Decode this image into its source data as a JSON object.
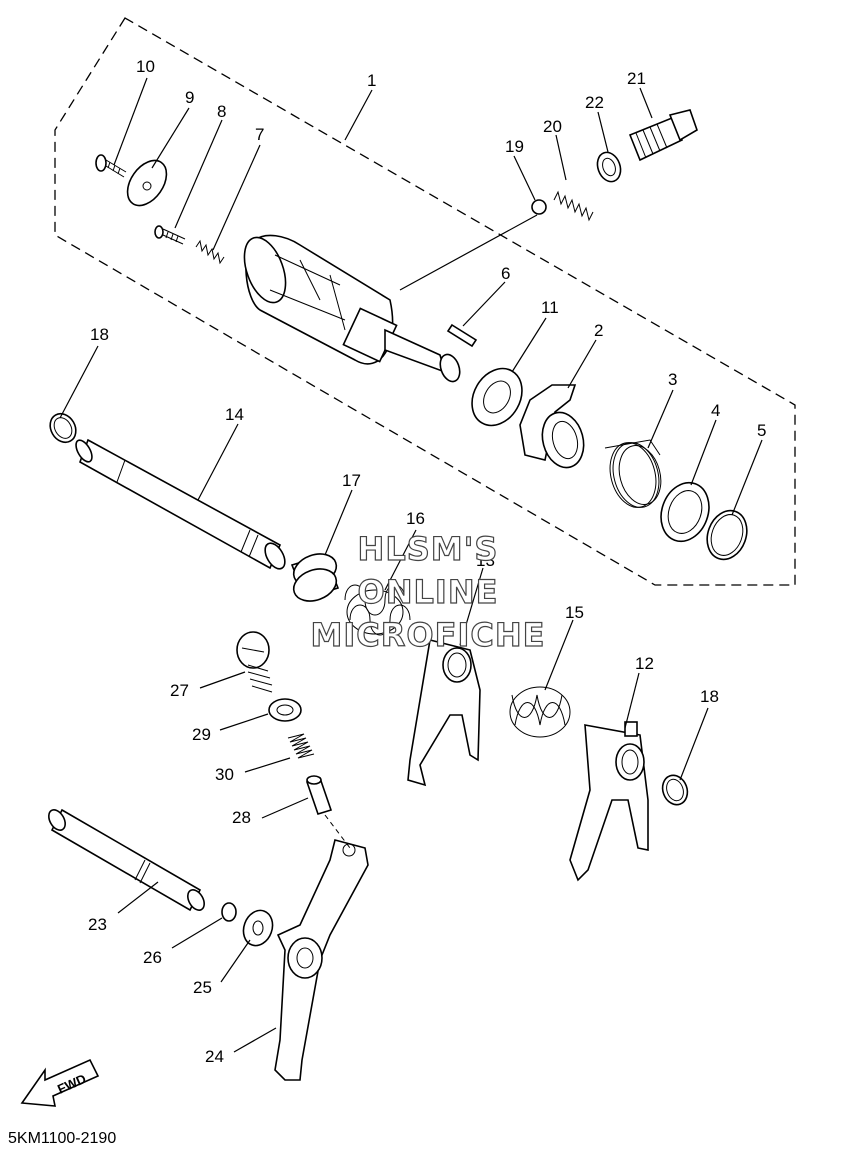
{
  "callouts": [
    {
      "id": "c1",
      "text": "1"
    },
    {
      "id": "c2",
      "text": "2"
    },
    {
      "id": "c3",
      "text": "3"
    },
    {
      "id": "c4",
      "text": "4"
    },
    {
      "id": "c5",
      "text": "5"
    },
    {
      "id": "c6",
      "text": "6"
    },
    {
      "id": "c7",
      "text": "7"
    },
    {
      "id": "c8",
      "text": "8"
    },
    {
      "id": "c9",
      "text": "9"
    },
    {
      "id": "c10",
      "text": "10"
    },
    {
      "id": "c11",
      "text": "11"
    },
    {
      "id": "c12",
      "text": "12"
    },
    {
      "id": "c13",
      "text": "13"
    },
    {
      "id": "c14",
      "text": "14"
    },
    {
      "id": "c15",
      "text": "15"
    },
    {
      "id": "c16",
      "text": "16"
    },
    {
      "id": "c17",
      "text": "17"
    },
    {
      "id": "c18a",
      "text": "18"
    },
    {
      "id": "c18b",
      "text": "18"
    },
    {
      "id": "c19",
      "text": "19"
    },
    {
      "id": "c20",
      "text": "20"
    },
    {
      "id": "c21",
      "text": "21"
    },
    {
      "id": "c22",
      "text": "22"
    },
    {
      "id": "c23",
      "text": "23"
    },
    {
      "id": "c24",
      "text": "24"
    },
    {
      "id": "c25",
      "text": "25"
    },
    {
      "id": "c26",
      "text": "26"
    },
    {
      "id": "c27",
      "text": "27"
    },
    {
      "id": "c28",
      "text": "28"
    },
    {
      "id": "c29",
      "text": "29"
    },
    {
      "id": "c30",
      "text": "30"
    }
  ],
  "watermark": {
    "line1": "HLSM'S",
    "line2": "ONLINE",
    "line3": "MICROFICHE"
  },
  "fwd_label": "FWD",
  "diagram_code": "5KM1100-2190"
}
